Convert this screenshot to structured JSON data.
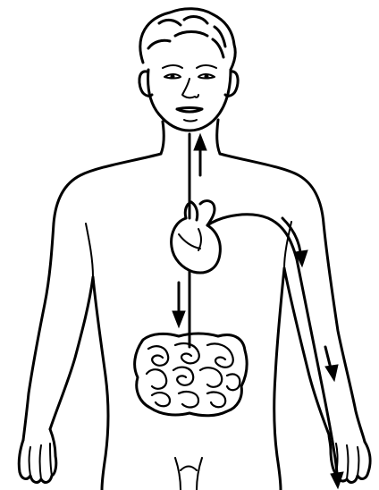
{
  "diagram": {
    "subject": "human-circulatory-pathway",
    "style": "black-line-drawing",
    "colors": {
      "ink": "#000000",
      "background": "#ffffff"
    },
    "arrows": [
      {
        "name": "heart-to-head",
        "direction": "up"
      },
      {
        "name": "heart-to-intestines",
        "direction": "down"
      },
      {
        "name": "heart-to-arm",
        "direction": "down"
      }
    ]
  }
}
